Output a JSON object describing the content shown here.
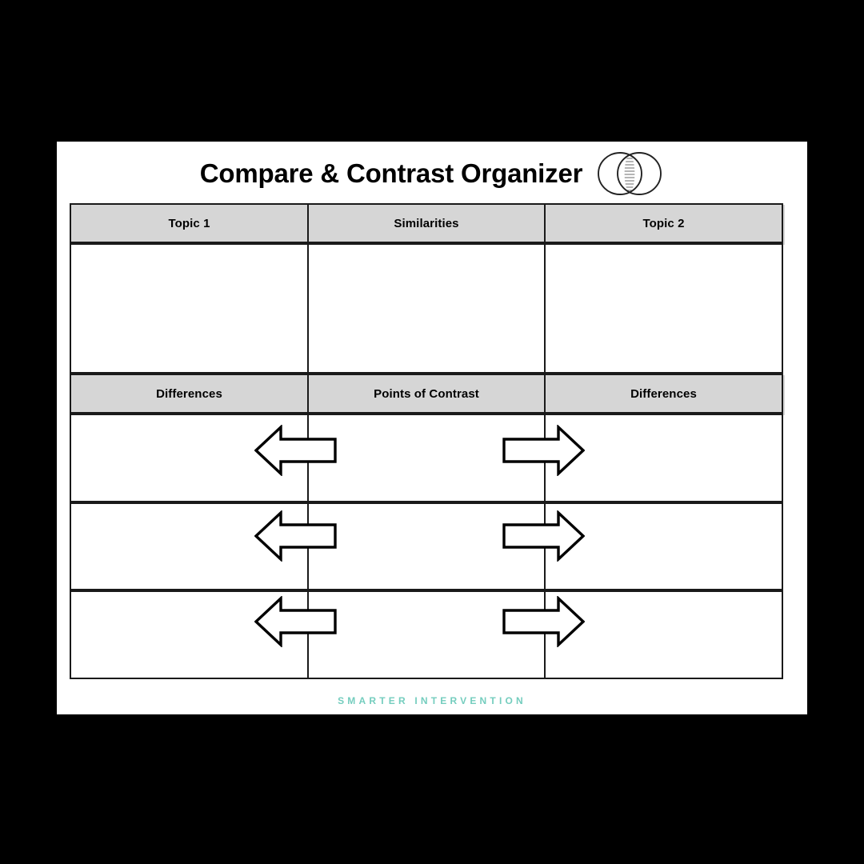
{
  "worksheet": {
    "title": "Compare & Contrast Organizer",
    "venn_icon": "venn-diagram-icon",
    "brand": "SMARTER INTERVENTION",
    "brand_color": "#74cdbe",
    "header_fill": "#d6d6d6",
    "border_color": "#1a1a1a",
    "page_background": "#000000",
    "card_background": "#ffffff"
  },
  "table": {
    "columns": [
      "Topic 1",
      "Similarities",
      "Topic 2"
    ],
    "rows": [
      {
        "kind": "header",
        "cells": [
          "Topic 1",
          "Similarities",
          "Topic 2"
        ]
      },
      {
        "kind": "body",
        "cells": [
          "",
          "",
          ""
        ]
      },
      {
        "kind": "header",
        "cells": [
          "Differences",
          "Points of Contrast",
          "Differences"
        ]
      },
      {
        "kind": "body",
        "cells": [
          "",
          "",
          ""
        ],
        "arrows": [
          "arrow-left-icon",
          "arrow-right-icon"
        ]
      },
      {
        "kind": "body",
        "cells": [
          "",
          "",
          ""
        ],
        "arrows": [
          "arrow-left-icon",
          "arrow-right-icon"
        ]
      },
      {
        "kind": "body",
        "cells": [
          "",
          "",
          ""
        ],
        "arrows": [
          "arrow-left-icon",
          "arrow-right-icon"
        ]
      }
    ]
  },
  "arrows": {
    "left_icon": "arrow-left-icon",
    "right_icon": "arrow-right-icon",
    "count_per_row": 2,
    "rows_with_arrows": 3,
    "fill": "#ffffff",
    "stroke": "#000000"
  }
}
